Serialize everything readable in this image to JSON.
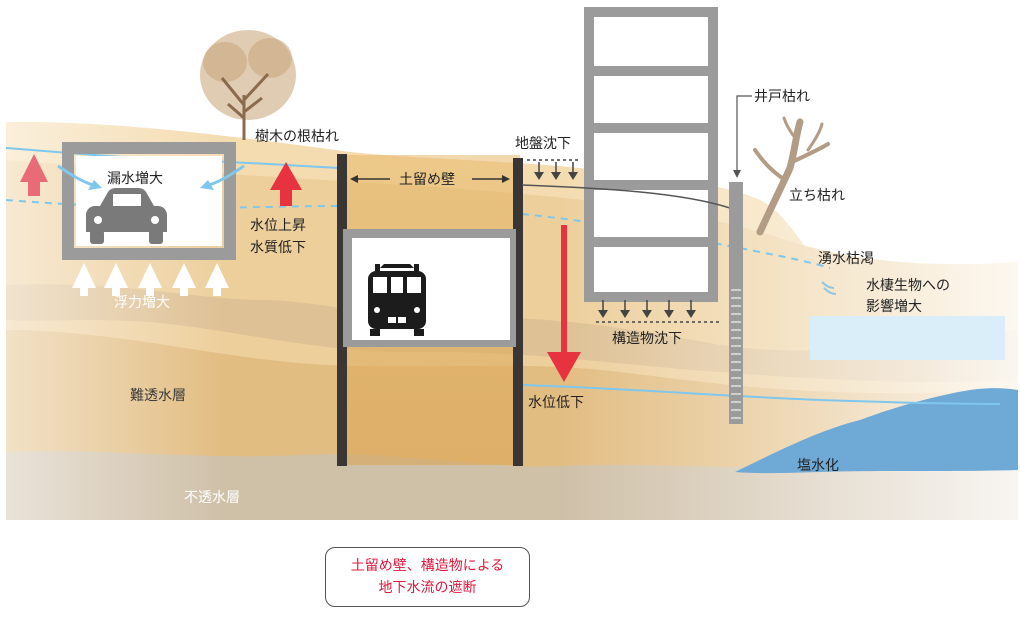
{
  "labels": {
    "leak_increase": "漏水増大",
    "root_wither": "樹木の根枯れ",
    "water_rise": "水位上昇",
    "water_quality": "水質低下",
    "buoyancy": "浮力増大",
    "aquitard": "難透水層",
    "impermeable": "不透水層",
    "retaining_wall": "土留め壁",
    "ground_subsidence": "地盤沈下",
    "structure_subsidence": "構造物沈下",
    "water_drop": "水位低下",
    "well_dry": "井戸枯れ",
    "standing_dead": "立ち枯れ",
    "spring_dry": "湧水枯渇",
    "aquatic_line1": "水棲生物への",
    "aquatic_line2": "影響増大",
    "salinization": "塩水化"
  },
  "caption": {
    "line1": "土留め壁、構造物による",
    "line2": "地下水流の遮断"
  },
  "colors": {
    "soil_light": "#f4dcb0",
    "soil_mid": "#e9c88d",
    "band_tan": "#d7b98c",
    "aquitard": "#d8b27a",
    "impermeable": "#cdbfa8",
    "water_line": "#7fc7ec",
    "arrow_red": "#e6333f",
    "arrow_pink": "#e96b78",
    "wall": "#3b3636",
    "structure_gray": "#9a9a9a",
    "sea": "#6fa9d6",
    "pond": "#d9eef9",
    "caption_text": "#e0183c"
  }
}
